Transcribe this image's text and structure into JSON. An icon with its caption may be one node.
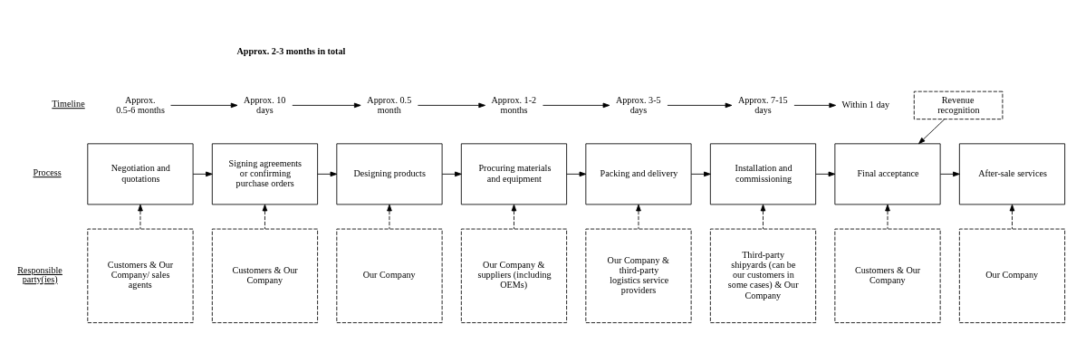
{
  "diagram": {
    "nodes": [
      {
        "text": [
          "Approx. 0.5-6 months"
        ]
      },
      {
        "text": [
          "Approx. 10 days"
        ]
      },
      {
        "text": [
          "Approx. 0.5 month"
        ]
      },
      {
        "text": [
          "Approx. 1-2 months"
        ]
      },
      {
        "text": [
          "Approx. 3-5 days"
        ]
      },
      {
        "text": [
          "Approx. 7-15 days"
        ]
      },
      {
        "text": [
          "Within 1 day"
        ]
      },
      {
        "text": [
          "Revenue recognition"
        ]
      },
      {
        "text": [
          "Negotiation and quotations"
        ]
      },
      {
        "text": [
          "Signing agreements or confirming purchase orders"
        ]
      },
      {
        "text": [
          "Designing products"
        ]
      },
      {
        "text": [
          "Procuring materials and equipment"
        ]
      },
      {
        "text": [
          "Packing and delivery"
        ]
      },
      {
        "text": [
          "Installation and commissioning"
        ]
      },
      {
        "text": [
          "Final acceptance"
        ]
      },
      {
        "text": [
          "After-sale services"
        ]
      },
      {
        "text": [
          "Customers & Our Company/ sales agents"
        ]
      },
      {
        "text": [
          "Customers & Our Company"
        ]
      },
      {
        "text": [
          "Our Company"
        ]
      },
      {
        "text": [
          "Our Company & suppliers (including OEMs)"
        ]
      },
      {
        "text": [
          "Our Company & third-party logistics service providers"
        ]
      },
      {
        "text": [
          "Third-party shipyards (can be our customers in some cases) & Our Company"
        ]
      },
      {
        "text": [
          "Customers & Our Company"
        ]
      },
      {
        "text": [
          "Our Company"
        ]
      }
    ],
    "edges": [
      {
        "from": 0,
        "to": 1,
        "arrow": "to"
      },
      {
        "from": 1,
        "to": 2,
        "arrow": "to"
      },
      {
        "from": 2,
        "to": 3,
        "arrow": "to"
      },
      {
        "from": 3,
        "to": 4,
        "arrow": "to"
      },
      {
        "from": 4,
        "to": 5,
        "arrow": "to"
      },
      {
        "from": 5,
        "to": 6,
        "arrow": "to"
      },
      {
        "from": 8,
        "to": 9,
        "arrow": "to"
      },
      {
        "from": 9,
        "to": 10,
        "arrow": "to"
      },
      {
        "from": 10,
        "to": 11,
        "arrow": "to"
      },
      {
        "from": 11,
        "to": 12,
        "arrow": "to"
      },
      {
        "from": 12,
        "to": 13,
        "arrow": "to"
      },
      {
        "from": 13,
        "to": 14,
        "arrow": "to"
      },
      {
        "from": 14,
        "to": 15,
        "arrow": "to"
      },
      {
        "from": 7,
        "to": 14,
        "arrow": "to"
      },
      {
        "from": 16,
        "to": 8,
        "arrow": "to",
        "style": "dashed"
      },
      {
        "from": 17,
        "to": 9,
        "arrow": "to",
        "style": "dashed"
      },
      {
        "from": 18,
        "to": 10,
        "arrow": "to",
        "style": "dashed"
      },
      {
        "from": 19,
        "to": 11,
        "arrow": "to",
        "style": "dashed"
      },
      {
        "from": 20,
        "to": 12,
        "arrow": "to",
        "style": "dashed"
      },
      {
        "from": 21,
        "to": 13,
        "arrow": "to",
        "style": "dashed"
      },
      {
        "from": 22,
        "to": 14,
        "arrow": "to",
        "style": "dashed"
      },
      {
        "from": 23,
        "to": 15,
        "arrow": "to",
        "style": "dashed"
      }
    ],
    "labels": [
      "Approx. 2-3 months in total",
      "Timeline",
      "Process",
      "Responsible party(ies)"
    ]
  }
}
